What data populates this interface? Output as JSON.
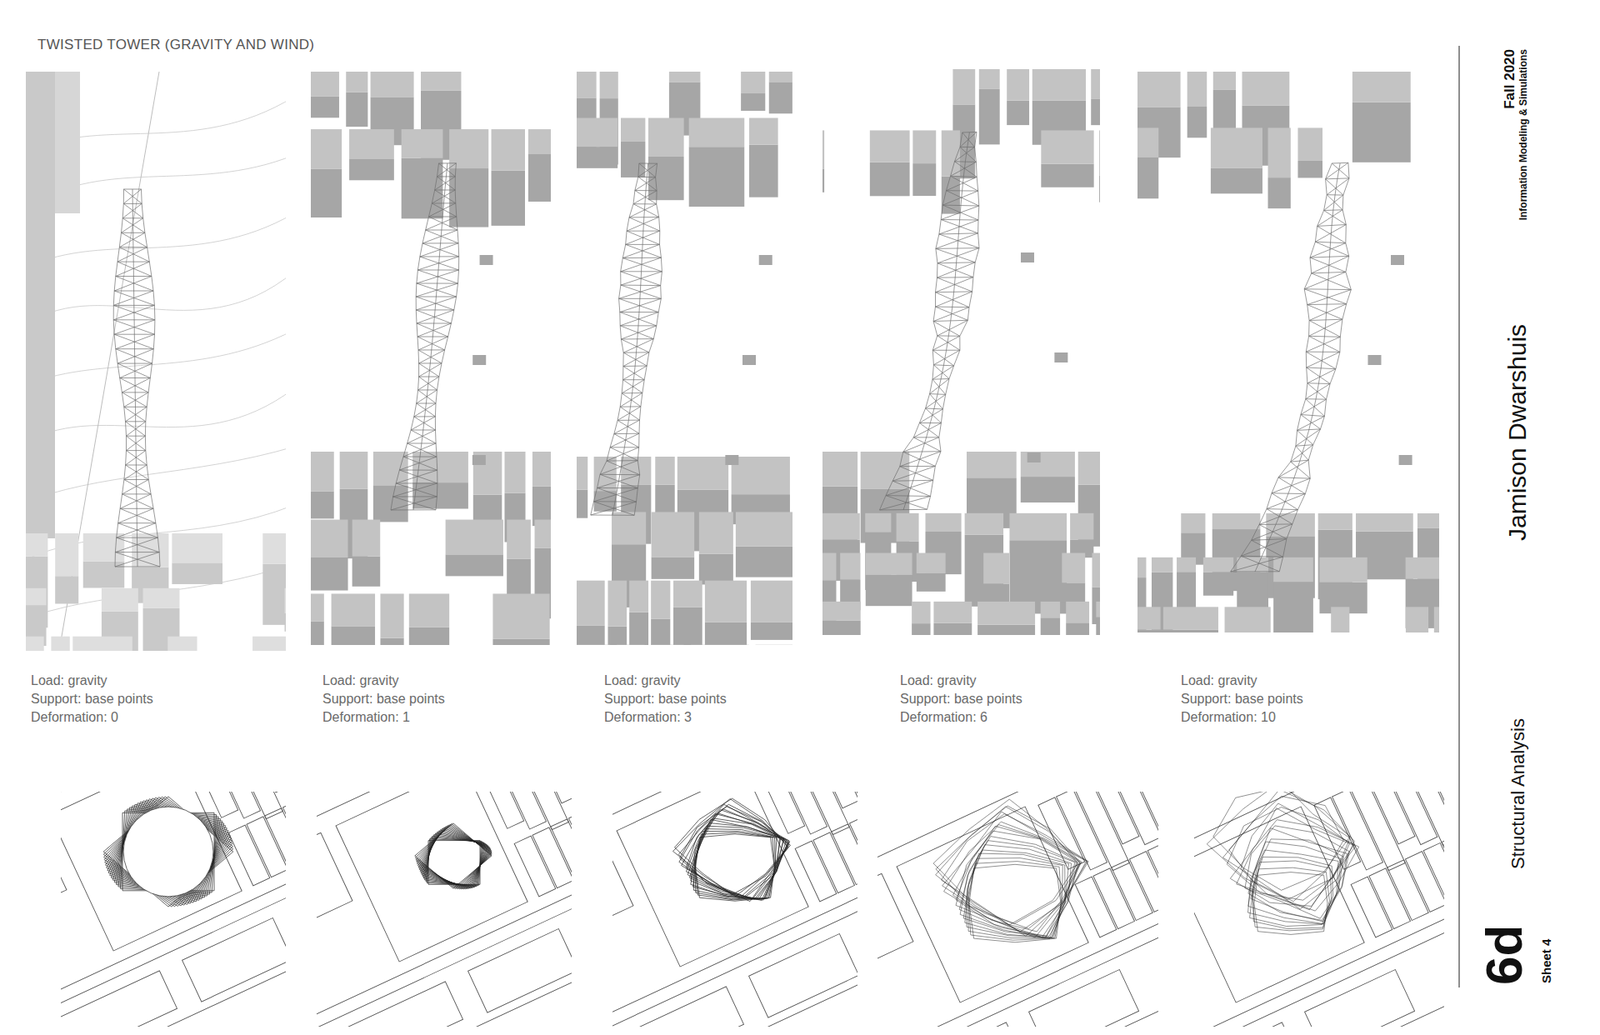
{
  "diagram": {
    "title": "TWISTED TOWER (GRAVITY AND WIND)",
    "labels": [
      "Load: gravity",
      "Support: base points",
      "Deformation: 0",
      "Load: gravity",
      "Support: base points",
      "Deformation: 1",
      "Load: gravity",
      "Support: base points",
      "Deformation: 3",
      "Load: gravity",
      "Support: base points",
      "Deformation: 6",
      "Load: gravity",
      "Support: base points",
      "Deformation: 10",
      "Fall 2020",
      "Information Modeling & Simulations",
      "Jamison Dwarshuis",
      "Structural Analysis",
      "6d",
      "Sheet 4"
    ]
  }
}
